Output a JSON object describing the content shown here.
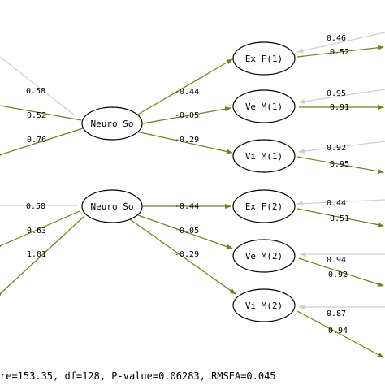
{
  "colors": {
    "path": "#7a7a1e",
    "error": "#cfcfcf",
    "node_stroke": "#000000",
    "background": "#ffffff"
  },
  "latent": [
    {
      "id": "neuro_so_1",
      "label": "Neuro So"
    },
    {
      "id": "neuro_so_2",
      "label": "Neuro So"
    }
  ],
  "observed": [
    {
      "id": "exf1",
      "label": "Ex F(1)",
      "var_in": "0.46",
      "var_out": "0.52"
    },
    {
      "id": "vem1",
      "label": "Ve M(1)",
      "var_in": "0.95",
      "var_out": "0.91"
    },
    {
      "id": "vim1",
      "label": "Vi M(1)",
      "var_in": "0.92",
      "var_out": "0.95"
    },
    {
      "id": "exf2",
      "label": "Ex F(2)",
      "var_in": "0.44",
      "var_out": "0.51"
    },
    {
      "id": "vem2",
      "label": "Ve M(2)",
      "var_in": "0.94",
      "var_out": "0.92"
    },
    {
      "id": "vim2",
      "label": "Vi M(2)",
      "var_in": "0.87",
      "var_out": "0.94"
    }
  ],
  "loadings": [
    {
      "from": "neuro_so_1",
      "to": "exf1",
      "value": "-0.44"
    },
    {
      "from": "neuro_so_1",
      "to": "vem1",
      "value": "-0.05"
    },
    {
      "from": "neuro_so_1",
      "to": "vim1",
      "value": "-0.29"
    },
    {
      "from": "neuro_so_2",
      "to": "exf2",
      "value": "-0.44"
    },
    {
      "from": "neuro_so_2",
      "to": "vem2",
      "value": "-0.05"
    },
    {
      "from": "neuro_so_2",
      "to": "vim2",
      "value": "-0.29"
    }
  ],
  "left_paths_1": [
    {
      "value": "0.58",
      "kind": "error"
    },
    {
      "value": "0.52",
      "kind": "path"
    },
    {
      "value": "0.76",
      "kind": "path"
    }
  ],
  "left_paths_2": [
    {
      "value": "0.58",
      "kind": "error"
    },
    {
      "value": "0.63",
      "kind": "path"
    },
    {
      "value": "1.01",
      "kind": "path"
    }
  ],
  "footer": "re=153.35, df=128, P-value=0.06283, RMSEA=0.045"
}
